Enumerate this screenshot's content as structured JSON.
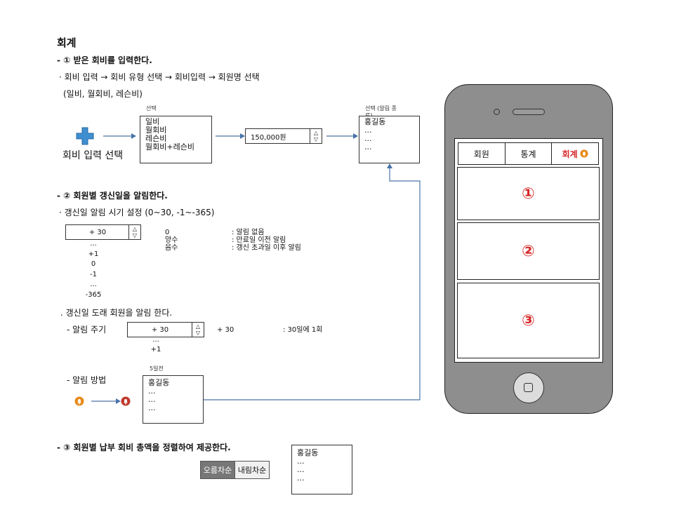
{
  "title": "회계",
  "colors": {
    "accent_red": "#d62728",
    "plus_blue": "#3f8fd0",
    "arrow_blue": "#4a74a8",
    "bell_orange": "#e88a1a",
    "bell_red": "#c0392b",
    "phone_gray": "#8e8e8e"
  },
  "section1": {
    "heading": "- ① 받은 회비를 입력한다.",
    "flow": "· 회비 입력 → 회비 유형 선택 → 회비입력 → 회원명 선택",
    "types_note": "(일비, 월회비, 레슨비)",
    "plus_icon": "plus-icon",
    "input_label": "회비 입력 선택",
    "select_caption": "선택",
    "select_options": [
      "일비",
      "월회비",
      "레슨비",
      "월회비+레슨비"
    ],
    "amount_value": "150,000원",
    "spinner_up": "△",
    "spinner_down": "▽",
    "member_caption": "선택 (알림 종료)",
    "member_list": [
      "홍길동",
      "...",
      "...",
      "..."
    ]
  },
  "section2": {
    "heading": "- ② 회원별 갱신일을 알림한다.",
    "setting_label": "· 갱신일 알림 시기 설정 (0~30, -1~-365)",
    "spinner_value": "+ 30",
    "values_list": [
      "...",
      "+1",
      "0",
      "-1",
      "...",
      "-365"
    ],
    "legend": [
      {
        "key": "0",
        "desc": ": 알림 없음"
      },
      {
        "key": "양수",
        "desc": ": 만료일 이전 알림"
      },
      {
        "key": "음수",
        "desc": ": 갱신 초과일 이후 알림"
      }
    ],
    "notify_label": ". 갱신일 도래 회원을 알림 한다.",
    "cycle_label": "- 알림 주기",
    "cycle_value": "+ 30",
    "cycle_list": [
      "...",
      "+1"
    ],
    "cycle_example": "+ 30",
    "cycle_desc": ": 30일에 1회",
    "method_label": "- 알림 방법",
    "method_caption": "5일전",
    "method_list": [
      "홍길동",
      "...",
      "...",
      "..."
    ]
  },
  "section3": {
    "heading": "- ③ 회원별 납부 회비 총액을 정렬하여 제공한다.",
    "sort_asc": "오름차순",
    "sort_desc": "내림차순",
    "result_list": [
      "홍길동",
      "...",
      "...",
      "..."
    ]
  },
  "phone": {
    "tabs": [
      "회원",
      "통계",
      "회계"
    ],
    "active_tab": "회계",
    "panels": [
      "①",
      "②",
      "③"
    ]
  }
}
